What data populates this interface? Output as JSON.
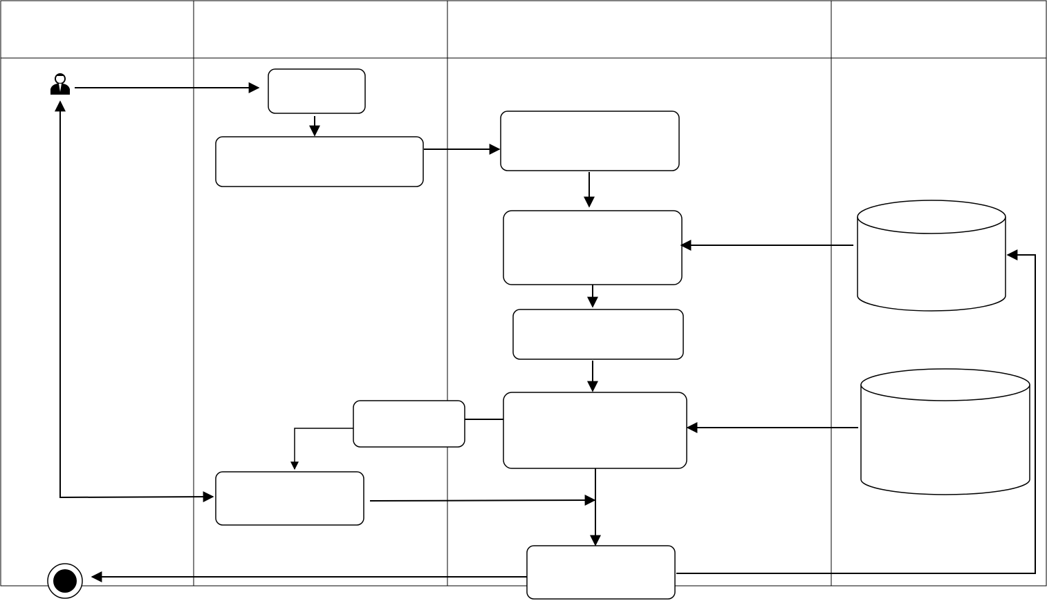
{
  "diagram": {
    "type": "activity-swimlane",
    "lanes": [
      {
        "id": "lane-1",
        "title": ""
      },
      {
        "id": "lane-2",
        "title": ""
      },
      {
        "id": "lane-3",
        "title": ""
      },
      {
        "id": "lane-4",
        "title": ""
      }
    ],
    "actor": {
      "icon": "person-icon",
      "label": ""
    },
    "nodes": [
      {
        "id": "step-a",
        "label": ""
      },
      {
        "id": "step-b",
        "label": ""
      },
      {
        "id": "step-c",
        "label": ""
      },
      {
        "id": "step-d",
        "label": ""
      },
      {
        "id": "step-e",
        "label": ""
      },
      {
        "id": "step-f",
        "label": ""
      },
      {
        "id": "step-g",
        "label": ""
      },
      {
        "id": "step-h",
        "label": ""
      },
      {
        "id": "step-i",
        "label": ""
      }
    ],
    "datastores": [
      {
        "id": "db-1",
        "label": ""
      },
      {
        "id": "db-2",
        "label": ""
      }
    ],
    "end_node": {
      "icon": "final-state-icon"
    },
    "colors": {
      "stroke": "#000000",
      "fill": "#ffffff"
    }
  }
}
